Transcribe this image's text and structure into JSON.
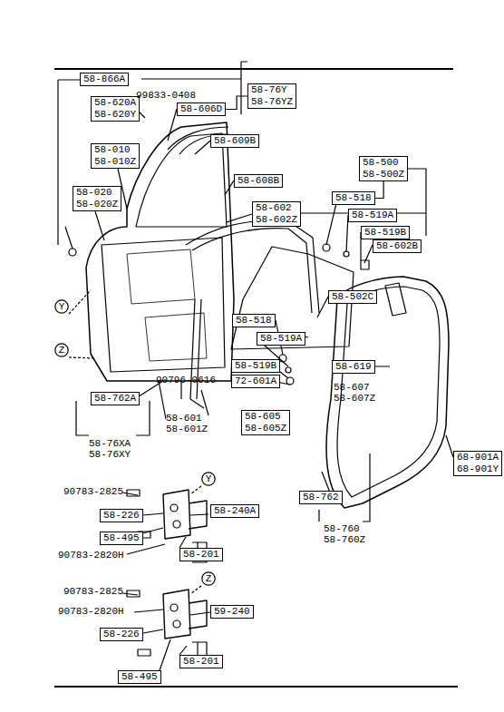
{
  "diagram": {
    "nodes": [
      {
        "text": [
          "58-866A"
        ]
      },
      {
        "text": [
          "58-620A",
          "58-620Y"
        ]
      },
      {
        "text": [
          "58-606D"
        ]
      },
      {
        "text": [
          "58-76Y",
          "58-76YZ"
        ]
      },
      {
        "text": [
          "58-010",
          "58-010Z"
        ]
      },
      {
        "text": [
          "58-020",
          "58-020Z"
        ]
      },
      {
        "text": [
          "58-609B"
        ]
      },
      {
        "text": [
          "58-608B"
        ]
      },
      {
        "text": [
          "58-602",
          "58-602Z"
        ]
      },
      {
        "text": [
          "58-500",
          "58-500Z"
        ]
      },
      {
        "text": [
          "58-518"
        ]
      },
      {
        "text": [
          "58-519A"
        ]
      },
      {
        "text": [
          "58-519B"
        ]
      },
      {
        "text": [
          "58-602B"
        ]
      },
      {
        "text": [
          "Y"
        ]
      },
      {
        "text": [
          "58-518"
        ]
      },
      {
        "text": [
          "58-502C"
        ]
      },
      {
        "text": [
          "58-519A"
        ]
      },
      {
        "text": [
          "Z"
        ]
      },
      {
        "text": [
          "58-519B"
        ]
      },
      {
        "text": [
          "72-601A"
        ]
      },
      {
        "text": [
          "58-619"
        ]
      },
      {
        "text": [
          "58-762A"
        ]
      },
      {
        "text": [
          "58-605",
          "58-605Z"
        ]
      },
      {
        "text": [
          "68-901A",
          "68-901Y"
        ]
      },
      {
        "text": [
          "58-762"
        ]
      },
      {
        "text": [
          "Y"
        ]
      },
      {
        "text": [
          "58-226"
        ]
      },
      {
        "text": [
          "58-240A"
        ]
      },
      {
        "text": [
          "58-495"
        ]
      },
      {
        "text": [
          "58-201"
        ]
      },
      {
        "text": [
          "Z"
        ]
      },
      {
        "text": [
          "59-240"
        ]
      },
      {
        "text": [
          "58-226"
        ]
      },
      {
        "text": [
          "58-201"
        ]
      },
      {
        "text": [
          "58-495"
        ]
      }
    ],
    "edges": [
      {
        "from": 3,
        "to": 2,
        "arrow": "none"
      },
      {
        "from": 9,
        "to": 10,
        "arrow": "none"
      }
    ],
    "labels": [
      "99833-0408",
      "58-607",
      "58-607Z",
      "58-601",
      "58-601Z",
      "58-76XA",
      "58-76XY",
      "90796-0616",
      "58-760",
      "58-760Z",
      "90783-2825",
      "90783-2820H",
      "90783-2825",
      "90783-2820H"
    ]
  }
}
